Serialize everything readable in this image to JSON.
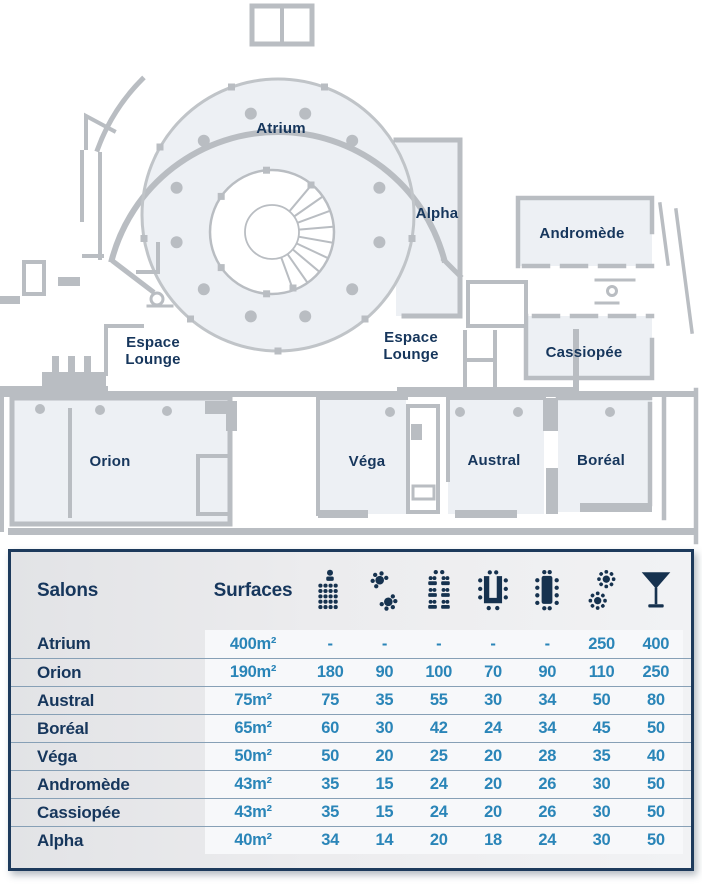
{
  "plan": {
    "rooms": {
      "atrium": "Atrium",
      "alpha": "Alpha",
      "andromede": "Andromède",
      "cassiopee": "Cassiopée",
      "orion": "Orion",
      "vega": "Véga",
      "austral": "Austral",
      "boreal": "Boréal"
    },
    "lounge": {
      "line1": "Espace",
      "line2": "Lounge"
    }
  },
  "table": {
    "headers": {
      "salons": "Salons",
      "surfaces": "Surfaces"
    },
    "icons": [
      "theater-icon",
      "cabaret-icon",
      "classroom-icon",
      "u-shape-icon",
      "boardroom-icon",
      "banquet-icon",
      "cocktail-icon"
    ],
    "rows": [
      {
        "name": "Atrium",
        "surface": "400m²",
        "values": [
          "-",
          "-",
          "-",
          "-",
          "-",
          "250",
          "400"
        ]
      },
      {
        "name": "Orion",
        "surface": "190m²",
        "values": [
          "180",
          "90",
          "100",
          "70",
          "90",
          "110",
          "250"
        ]
      },
      {
        "name": "Austral",
        "surface": "75m²",
        "values": [
          "75",
          "35",
          "55",
          "30",
          "34",
          "50",
          "80"
        ]
      },
      {
        "name": "Boréal",
        "surface": "65m²",
        "values": [
          "60",
          "30",
          "42",
          "24",
          "34",
          "45",
          "50"
        ]
      },
      {
        "name": "Véga",
        "surface": "50m²",
        "values": [
          "50",
          "20",
          "25",
          "20",
          "28",
          "35",
          "40"
        ]
      },
      {
        "name": "Andromède",
        "surface": "43m²",
        "values": [
          "35",
          "15",
          "24",
          "20",
          "26",
          "30",
          "50"
        ]
      },
      {
        "name": "Cassiopée",
        "surface": "43m²",
        "values": [
          "35",
          "15",
          "24",
          "20",
          "26",
          "30",
          "50"
        ]
      },
      {
        "name": "Alpha",
        "surface": "40m²",
        "values": [
          "34",
          "14",
          "20",
          "18",
          "24",
          "30",
          "50"
        ]
      }
    ]
  },
  "colors": {
    "navy_text": "#16365c",
    "number_blue": "#2a85b8",
    "table_border": "#1d3a5c",
    "wall_gray": "#b9bdc2",
    "room_fill": "#edf0f4"
  }
}
